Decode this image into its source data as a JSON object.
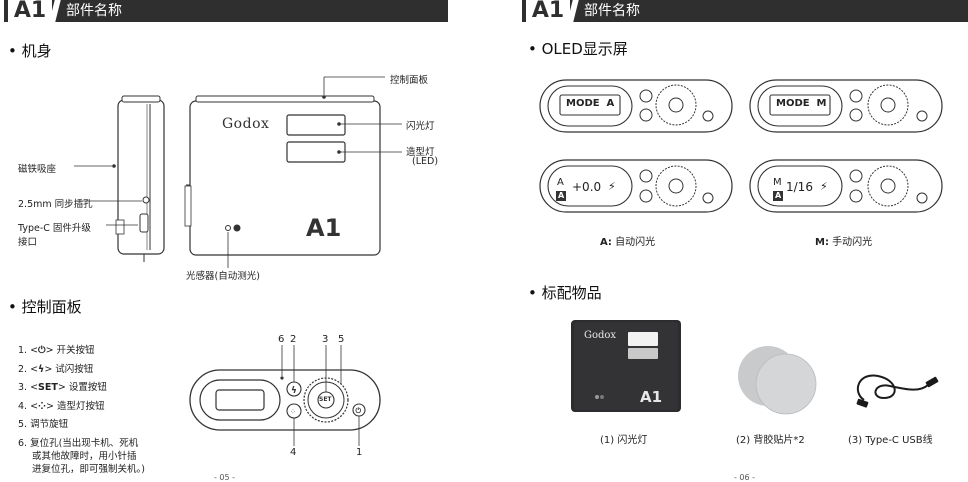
{
  "left_page": {
    "header": {
      "badge": "A1",
      "title": "部件名称"
    },
    "body_section": {
      "title": "• 机身"
    },
    "body_labels": {
      "control_panel": "控制面板",
      "flash_lamp": "闪光灯",
      "modeling_lamp": "造型灯",
      "modeling_lamp_led": "(LED)",
      "magnet_base": "磁铁吸座",
      "sync_jack": "2.5mm 同步插孔",
      "typec_port_1": "Type-C 固件升级",
      "typec_port_2": "接口",
      "light_sensor": "光感器(自动测光)"
    },
    "device_front": {
      "brand": "Godox",
      "model": "A1"
    },
    "panel_section": {
      "title": "• 控制面板"
    },
    "panel_items": [
      {
        "pre": "1. <",
        "icon": "power-icon",
        "post": "> 开关按钮"
      },
      {
        "pre": "2. <",
        "icon": "flash-icon",
        "post": "> 试闪按钮"
      },
      {
        "pre": "3. <",
        "bold": "SET",
        "post": "> 设置按钮"
      },
      {
        "pre": "4. <",
        "icon": "modeling-light-icon",
        "post": "> 造型灯按钮"
      },
      {
        "pre": "5. 调节旋钮"
      },
      {
        "pre": "6. 复位孔(当出现卡机、死机"
      },
      {
        "pre": "或其他故障时，用小针插",
        "indent": true
      },
      {
        "pre": "进复位孔，即可强制关机。)",
        "indent": true
      }
    ],
    "panel_callouts": {
      "top": [
        "6",
        "2",
        "3",
        "5"
      ],
      "bottom": [
        "4",
        "1"
      ]
    },
    "set_label": "SET",
    "page_number": "- 05 -"
  },
  "right_page": {
    "header": {
      "badge": "A1",
      "title": "部件名称"
    },
    "oled_section": {
      "title": "• OLED显示屏"
    },
    "oled_screens": [
      {
        "line": "MODE  A"
      },
      {
        "line": "MODE  M"
      },
      {
        "mode_letter": "A",
        "mode_badge": "A",
        "value": "+0.0",
        "symbol": "⚡"
      },
      {
        "mode_letter": "M",
        "mode_badge": "A",
        "value": "1/16",
        "symbol": "⚡"
      }
    ],
    "oled_captions": [
      {
        "bold": "A:",
        "text": " 自动闪光"
      },
      {
        "bold": "M:",
        "text": " 手动闪光"
      }
    ],
    "package_section": {
      "title": "• 标配物品"
    },
    "package_items": [
      {
        "caption": "(1) 闪光灯"
      },
      {
        "caption": "(2) 背胶贴片*2"
      },
      {
        "caption": "(3) Type-C USB线"
      }
    ],
    "product_photo": {
      "brand": "Godox",
      "model": "A1"
    },
    "page_number": "- 06 -"
  }
}
